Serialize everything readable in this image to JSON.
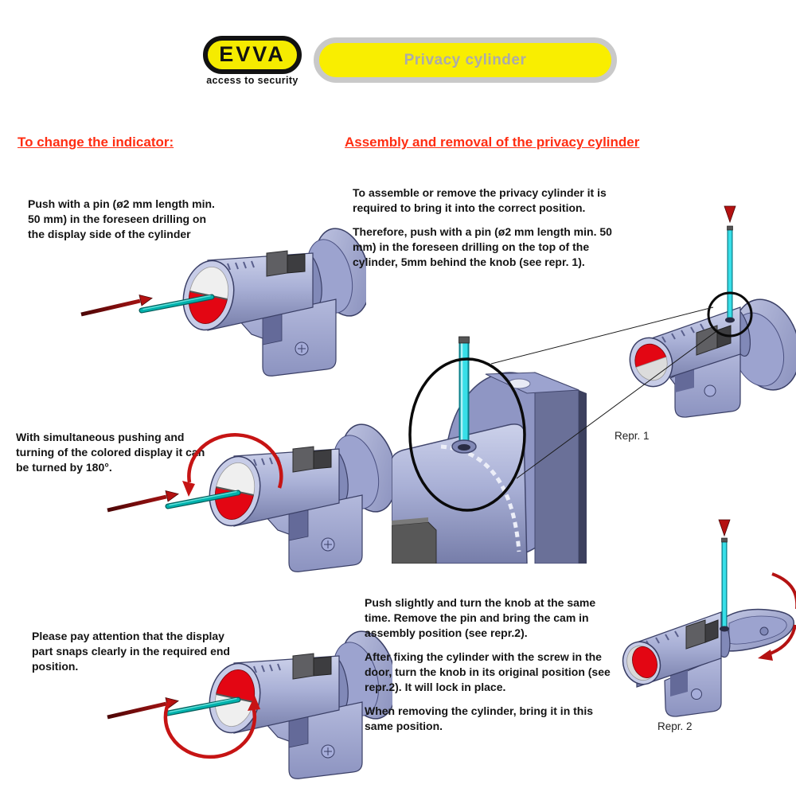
{
  "header": {
    "logo": {
      "brand": "EVVA",
      "tagline": "access to security"
    },
    "banner": {
      "label": "Privacy cylinder"
    }
  },
  "left_section": {
    "heading": "To change the indicator:",
    "steps": [
      {
        "text": "Push with a pin (ø2 mm length min. 50 mm) in the foreseen drilling on the display side of the cylinder"
      },
      {
        "text": "With simultaneous pushing and turning of the colored display it can be turned by 180°."
      },
      {
        "text": "Please pay attention that the display part snaps clearly in the required end position."
      }
    ]
  },
  "right_section": {
    "heading": "Assembly and removal of the privacy cylinder",
    "paragraphs_top": [
      "To assemble or remove the privacy cylinder it is required to bring it into the correct position.",
      "Therefore, push with a pin (ø2 mm length min. 50 mm) in the foreseen drilling on the top of the cylinder, 5mm behind the knob (see repr. 1)."
    ],
    "paragraphs_bottom": [
      "Push slightly and turn the knob at the same time. Remove the pin and bring the cam in assembly position (see repr.2).",
      "After fixing the cylinder with the screw in the door, turn the knob in its original position (see repr.2). It will lock in place.",
      "When removing the cylinder, bring it in this same position."
    ],
    "figure_labels": {
      "repr1": "Repr. 1",
      "repr2": "Repr. 2"
    }
  },
  "colors": {
    "heading_red": "#ff2d12",
    "body_text": "#141414",
    "brand_yellow": "#f5eb00",
    "banner_border": "#c9c9c9",
    "banner_text": "#ababab",
    "cylinder_body": "#a9b0d6",
    "pin_teal": "#00b2ad",
    "pin_cyan": "#38dfe8",
    "arrow_dark_red": "#8f0e0e",
    "arrow_bright_red": "#c61414",
    "display_red": "#e30613",
    "display_white": "#efefef"
  }
}
